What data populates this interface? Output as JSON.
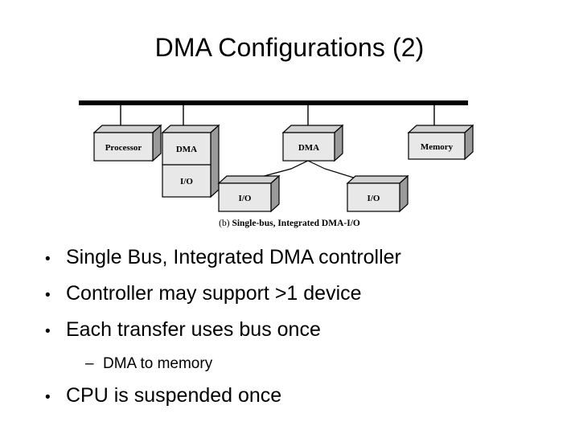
{
  "slide": {
    "title": "DMA Configurations (2)",
    "background_color": "#ffffff",
    "text_color": "#000000"
  },
  "diagram": {
    "name": "single-bus-integrated-dma-io-diagram",
    "caption_letter": "(b)",
    "caption_text": "Single-bus, Integrated DMA-I/O",
    "caption_full": "(b) Single-bus, Integrated DMA-I/O",
    "bus": {
      "label": "system-bus",
      "color": "#000000"
    },
    "colors": {
      "box_face": "#e8e8e8",
      "box_side": "#9a9a9a",
      "box_top": "#d0d0d0",
      "box_outline": "#000000",
      "connector": "#000000"
    },
    "nodes": [
      {
        "id": "processor",
        "label": "Processor",
        "attached_to_bus": true
      },
      {
        "id": "dma-integrated",
        "label": "DMA",
        "attached_to_bus": true
      },
      {
        "id": "dma-integrated-io",
        "label": "I/O",
        "attached_to_bus": false
      },
      {
        "id": "dma-multi",
        "label": "DMA",
        "attached_to_bus": true
      },
      {
        "id": "io-left",
        "label": "I/O",
        "attached_to_bus": false
      },
      {
        "id": "io-right",
        "label": "I/O",
        "attached_to_bus": false
      },
      {
        "id": "memory",
        "label": "Memory",
        "attached_to_bus": true
      }
    ]
  },
  "bullets": [
    {
      "level": 1,
      "marker": "•",
      "text": "Single Bus, Integrated DMA controller"
    },
    {
      "level": 1,
      "marker": "•",
      "text": "Controller may support >1 device"
    },
    {
      "level": 1,
      "marker": "•",
      "text": "Each transfer uses bus once"
    },
    {
      "level": 2,
      "marker": "–",
      "text": "DMA to memory"
    },
    {
      "level": 1,
      "marker": "•",
      "text": "CPU is suspended once"
    }
  ]
}
